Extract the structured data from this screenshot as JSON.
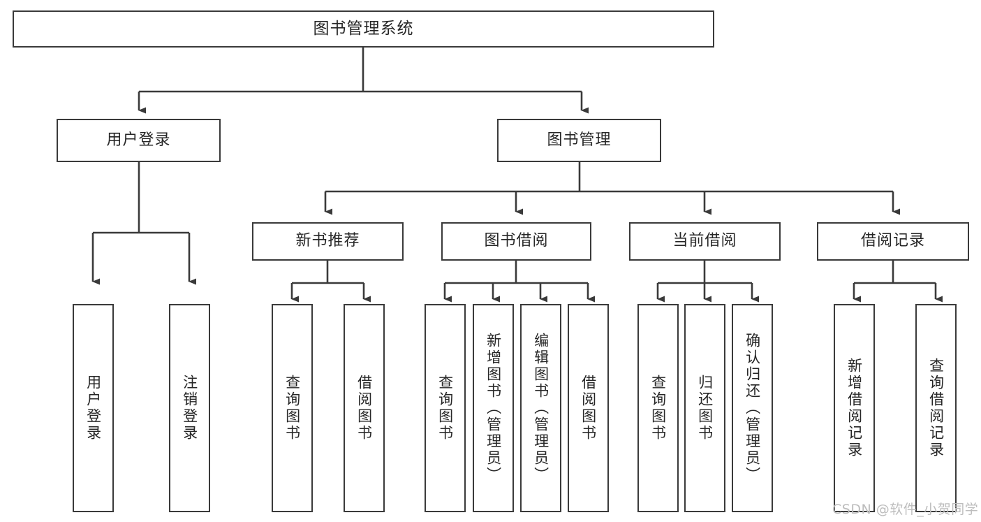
{
  "diagram": {
    "title": "图书管理系统",
    "type": "tree-structure-chart",
    "stroke_color": "#3a3a3a",
    "text_color": "#262626",
    "background": "#ffffff"
  },
  "root": {
    "label": "图书管理系统"
  },
  "level2": [
    {
      "label": "用户登录"
    },
    {
      "label": "图书管理"
    }
  ],
  "level3": [
    {
      "label": "新书推荐"
    },
    {
      "label": "图书借阅"
    },
    {
      "label": "当前借阅"
    },
    {
      "label": "借阅记录"
    }
  ],
  "leaves": {
    "user_login": [
      {
        "label": "用户登录"
      },
      {
        "label": "注销登录"
      }
    ],
    "new_book_recommend": [
      {
        "label": "查询图书"
      },
      {
        "label": "借阅图书"
      }
    ],
    "book_borrow": [
      {
        "label": "查询图书"
      },
      {
        "label": "新增图书（管理员）"
      },
      {
        "label": "编辑图书（管理员）"
      },
      {
        "label": "借阅图书"
      }
    ],
    "current_borrow": [
      {
        "label": "查询图书"
      },
      {
        "label": "归还图书"
      },
      {
        "label": "确认归还（管理员）"
      }
    ],
    "borrow_record": [
      {
        "label": "新增借阅记录"
      },
      {
        "label": "查询借阅记录"
      }
    ]
  },
  "watermark": {
    "text": "CSDN @软件_小贺同学"
  }
}
